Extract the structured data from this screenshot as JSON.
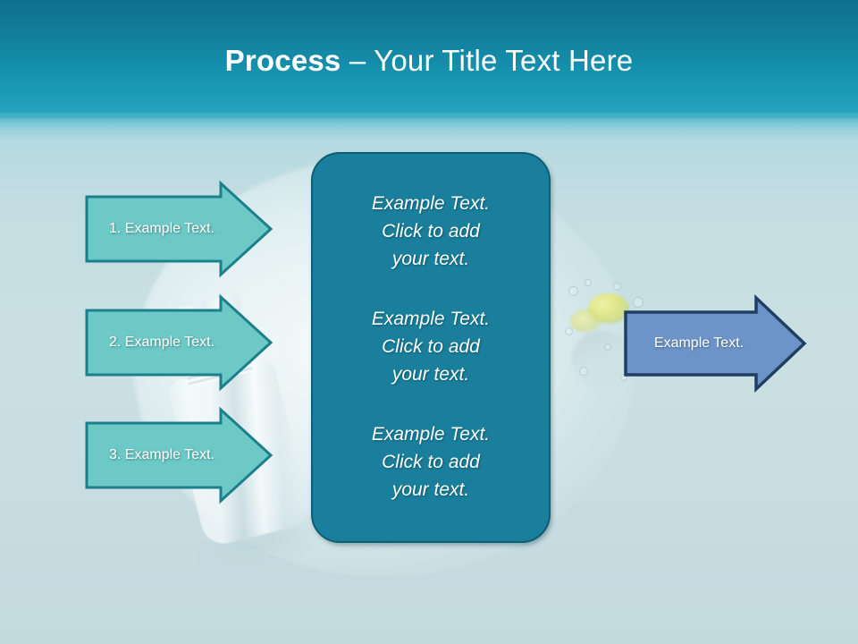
{
  "slide": {
    "title": {
      "strong": "Process",
      "rest": " – Your Title Text Here"
    }
  },
  "colors": {
    "title_band_top": "#0f6f8c",
    "title_band_bottom": "#43adc4",
    "background": "#c7dde2",
    "left_arrow_fill": "#6cc9c6",
    "left_arrow_stroke": "#1b7f8c",
    "right_arrow_fill": "#6d94c8",
    "right_arrow_stroke": "#1f3f63",
    "center_box_fill": "#1a7f9c",
    "center_box_stroke": "#0d5e74",
    "text": "#ffffff"
  },
  "steps": [
    {
      "label": "1. Example Text."
    },
    {
      "label": "2. Example Text."
    },
    {
      "label": "3. Example Text."
    }
  ],
  "center": {
    "paragraphs": [
      "Example Text.\nClick  to add\nyour text.",
      "Example Text.\nClick  to add\nyour text.",
      "Example Text.\nClick  to add\nyour text."
    ]
  },
  "result": {
    "label": "Example Text."
  }
}
